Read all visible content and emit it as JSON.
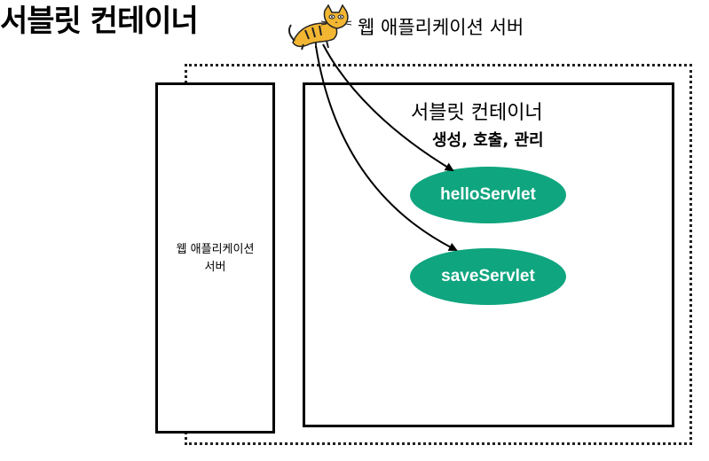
{
  "title": "서블릿 컨테이너",
  "tomcat": {
    "icon": "tomcat-cat-icon",
    "label": "웹 애플리케이션 서버"
  },
  "was_box": {
    "line1": "웹 애플리케이션",
    "line2": "서버"
  },
  "servlet_container": {
    "title": "서블릿 컨테이너",
    "subtitle": "생성, 호출, 관리"
  },
  "servlets": [
    {
      "label": "helloServlet"
    },
    {
      "label": "saveServlet"
    }
  ],
  "colors": {
    "servlet_fill": "#0fa57f",
    "servlet_text": "#ffffff",
    "tomcat_yellow": "#f2b632"
  }
}
